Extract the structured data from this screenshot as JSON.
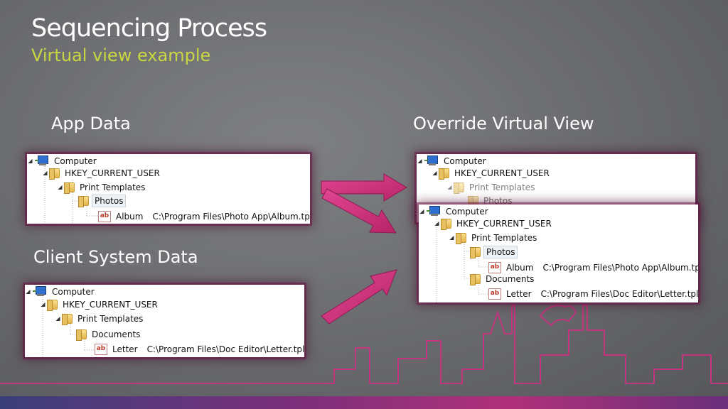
{
  "header": {
    "title": "Sequencing Process",
    "subtitle": "Virtual view example"
  },
  "sections": {
    "app_data": "App Data",
    "override": "Override Virtual View",
    "client": "Client System Data"
  },
  "app_tree": {
    "computer": "Computer",
    "hkcu": "HKEY_CURRENT_USER",
    "print_templates": "Print Templates",
    "photos": "Photos",
    "album": "Album",
    "album_path": "C:\\Program Files\\Photo App\\Album.tpl"
  },
  "client_tree": {
    "computer": "Computer",
    "hkcu": "HKEY_CURRENT_USER",
    "print_templates": "Print Templates",
    "documents": "Documents",
    "letter": "Letter",
    "letter_path": "C:\\Program Files\\Doc Editor\\Letter.tpl"
  },
  "override_back_tree": {
    "computer": "Computer",
    "hkcu": "HKEY_CURRENT_USER",
    "print_templates": "Print Templates",
    "photos": "Photos"
  },
  "override_tree": {
    "computer": "Computer",
    "hkcu": "HKEY_CURRENT_USER",
    "print_templates": "Print Templates",
    "photos": "Photos",
    "album": "Album",
    "album_path": "C:\\Program Files\\Photo App\\Album.tpl",
    "documents": "Documents",
    "letter": "Letter",
    "letter_path": "C:\\Program Files\\Doc Editor\\Letter.tpl"
  },
  "icons": {
    "expanded": "triangle-expanded-icon",
    "value": "ab"
  },
  "colors": {
    "title": "#ffffff",
    "subtitle": "#c9d743",
    "arrow": "#d2327f",
    "skyline": "#c2367f"
  }
}
